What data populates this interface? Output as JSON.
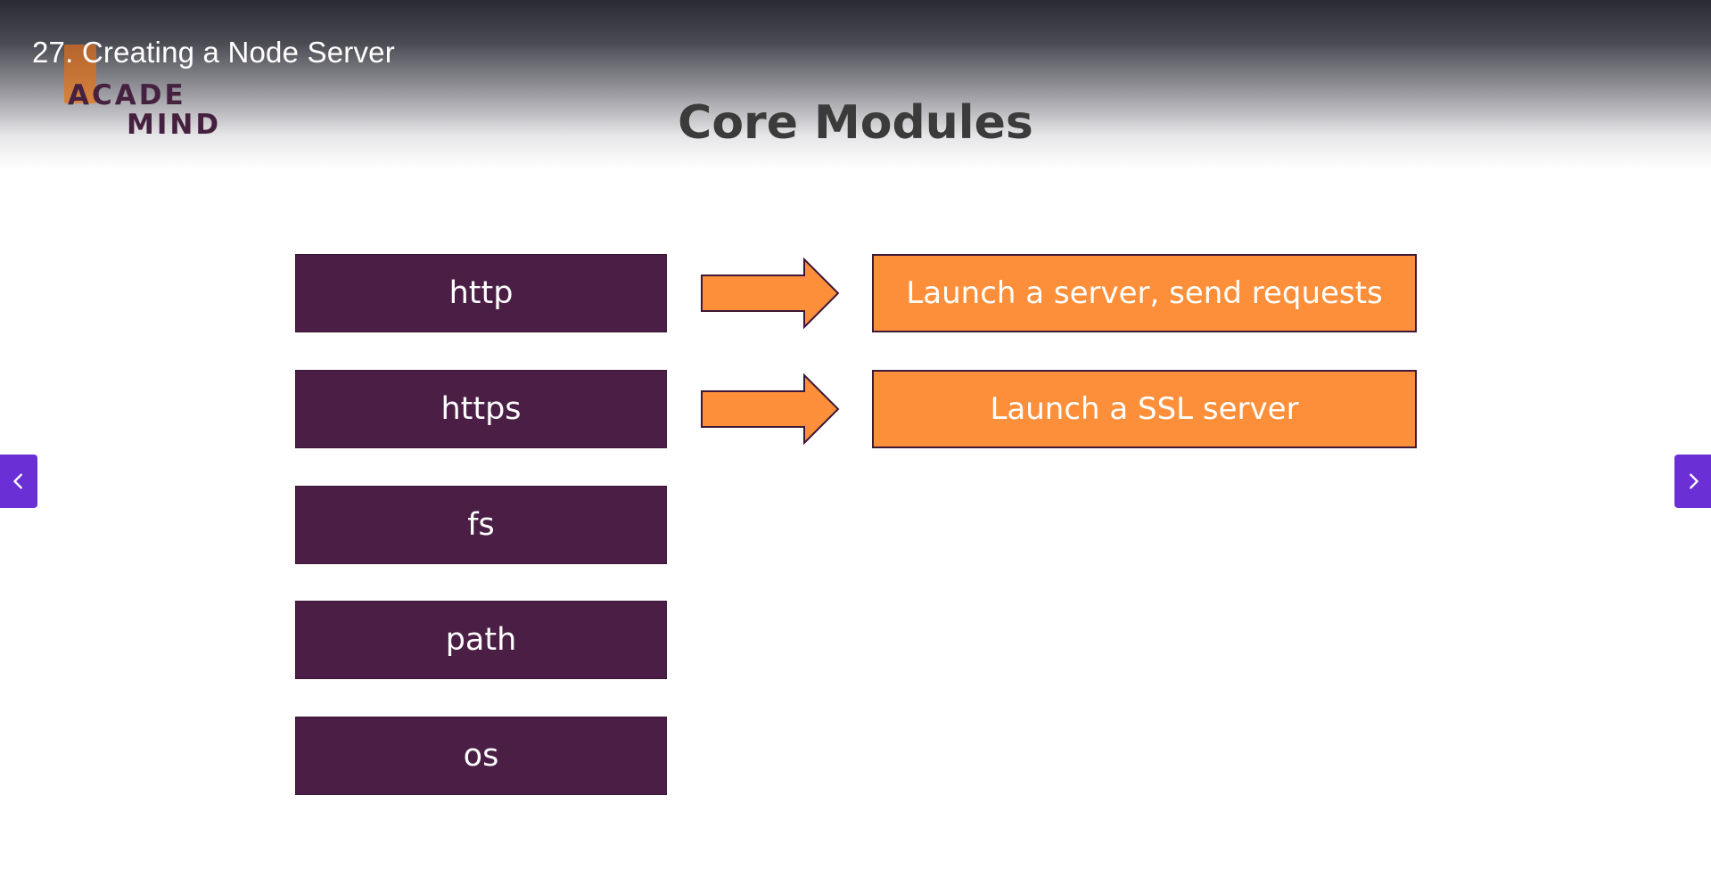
{
  "video": {
    "title": "27. Creating a Node Server"
  },
  "logo": {
    "line1": "ACADE",
    "line2": "MIND"
  },
  "slide": {
    "title": "Core Modules",
    "modules": [
      {
        "name": "http",
        "description": "Launch a server, send requests"
      },
      {
        "name": "https",
        "description": "Launch a SSL server"
      },
      {
        "name": "fs"
      },
      {
        "name": "path"
      },
      {
        "name": "os"
      }
    ]
  },
  "navigation": {
    "prev_icon": "chevron-left-icon",
    "next_icon": "chevron-right-icon"
  },
  "colors": {
    "module_bg": "#4b1e45",
    "description_bg": "#fe8f3a",
    "arrow_fill": "#fe8f3a",
    "arrow_stroke": "#3d1838",
    "nav_button": "#6b2fd6",
    "title_text": "#3b3b3b"
  }
}
